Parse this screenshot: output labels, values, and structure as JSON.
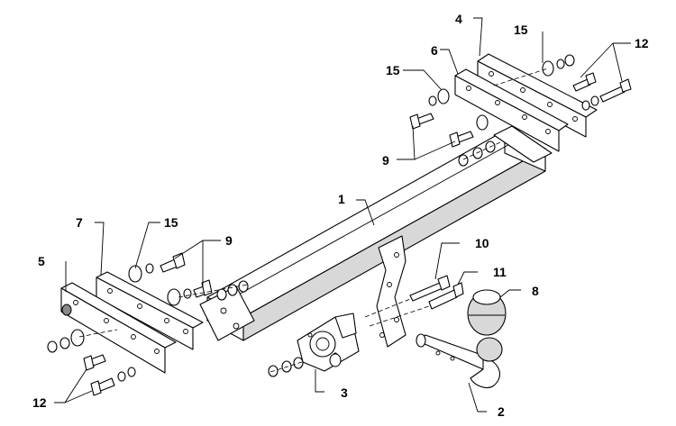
{
  "diagram": {
    "callouts": [
      {
        "id": "c1",
        "text": "1"
      },
      {
        "id": "c2",
        "text": "2"
      },
      {
        "id": "c3",
        "text": "3"
      },
      {
        "id": "c4",
        "text": "4"
      },
      {
        "id": "c5",
        "text": "5"
      },
      {
        "id": "c6",
        "text": "6"
      },
      {
        "id": "c7",
        "text": "7"
      },
      {
        "id": "c8",
        "text": "8"
      },
      {
        "id": "c9a",
        "text": "9"
      },
      {
        "id": "c9b",
        "text": "9"
      },
      {
        "id": "c10",
        "text": "10"
      },
      {
        "id": "c11",
        "text": "11"
      },
      {
        "id": "c12a",
        "text": "12"
      },
      {
        "id": "c12b",
        "text": "12"
      },
      {
        "id": "c15a",
        "text": "15"
      },
      {
        "id": "c15b",
        "text": "15"
      },
      {
        "id": "c15c",
        "text": "15"
      }
    ]
  }
}
